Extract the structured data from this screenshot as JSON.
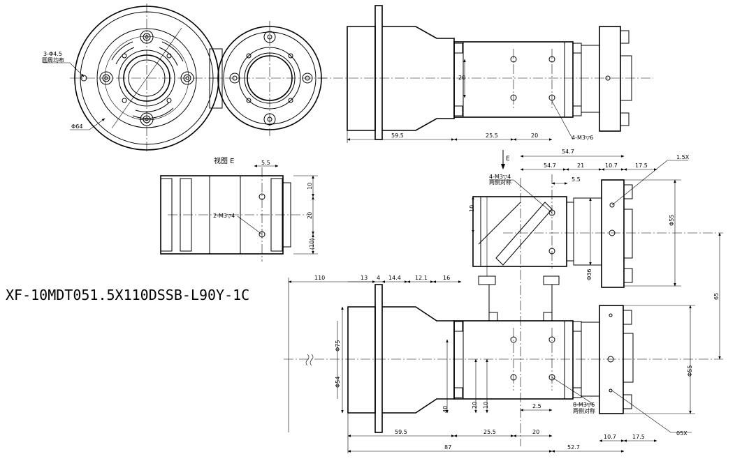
{
  "model": "XF-10MDT051.5X110DSSB-L90Y-1C",
  "view_label": "视图 E",
  "arrow_label": "E",
  "labels": {
    "holes": "3-Φ4.5",
    "holes_note": "圆周均布",
    "dia64": "Φ64",
    "m3_4": "4-M3▽6",
    "m3_side": "4-M3▽4",
    "m3_side_note": "两侧对称",
    "m3_2": "2-M3▽4",
    "m3_8": "8-M3▽6",
    "m3_8_note": "两侧对称",
    "mag_top": "1.5X",
    "mag_bottom": "05X"
  },
  "dims": {
    "d59_5_top": "59.5",
    "d25_5_top": "25.5",
    "d20_top": "20",
    "d20_v_top": "20",
    "d54_7_top": "54.7",
    "d54_7_b": "54.7",
    "d21": "21",
    "d10_7_top": "10.7",
    "d17_5_top": "17.5",
    "d5_5_a": "5.5",
    "d5_5_b": "5.5",
    "d10_v": "10",
    "dia55_top": "Φ55",
    "dia36": "Φ36",
    "d65": "65",
    "e10": "10",
    "e20": "20",
    "e10p": "(10)",
    "d110": "110",
    "d13": "13",
    "d4": "4",
    "d14_4": "14.4",
    "d12_1": "12.1",
    "d16": "16",
    "dia75": "Φ75",
    "dia54": "Φ54",
    "dia55_bot": "Φ55",
    "d40": "40",
    "d20_v1": "20",
    "d10_v1": "10",
    "d2_5": "2.5",
    "d59_5_b": "59.5",
    "d25_5_b": "25.5",
    "d20_b": "20",
    "d87": "87",
    "d52_7": "52.7",
    "d10_7_b": "10.7",
    "d17_5_b": "17.5"
  }
}
